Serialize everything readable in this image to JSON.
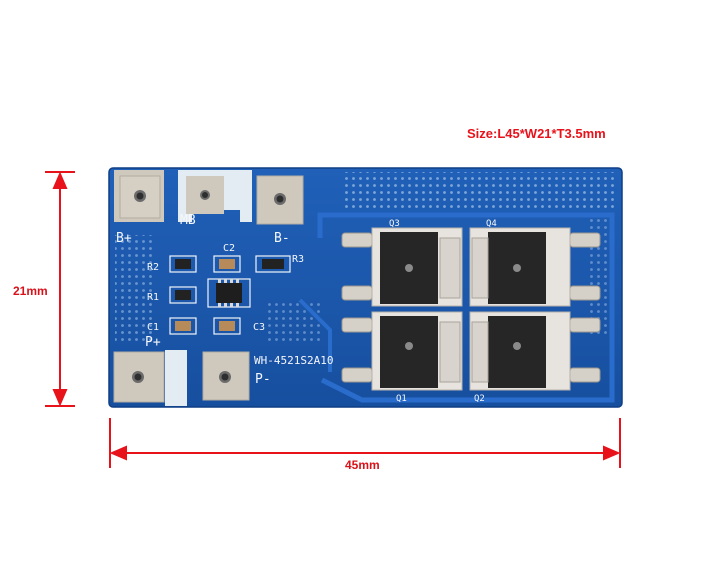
{
  "caption": {
    "size": "Size:L45*W21*T3.5mm"
  },
  "dimensions": {
    "height": "21mm",
    "width": "45mm"
  },
  "colors": {
    "pcb": "#1b57ad",
    "pcb_dark": "#154a96",
    "dimension": "#e8121b",
    "pad": "#c9c2b8",
    "mosfet": "#262626"
  },
  "board": {
    "pads": {
      "b_plus": "B+",
      "mb": "MB",
      "b_minus": "B-",
      "p_plus": "P+",
      "p_minus": "P-"
    },
    "components": {
      "r1": "R1",
      "r2": "R2",
      "r3": "R3",
      "c1": "C1",
      "c2": "C2",
      "c3": "C3",
      "q1": "Q1",
      "q2": "Q2",
      "q3": "Q3",
      "q4": "Q4"
    },
    "model": "WH-4521S2A10"
  }
}
